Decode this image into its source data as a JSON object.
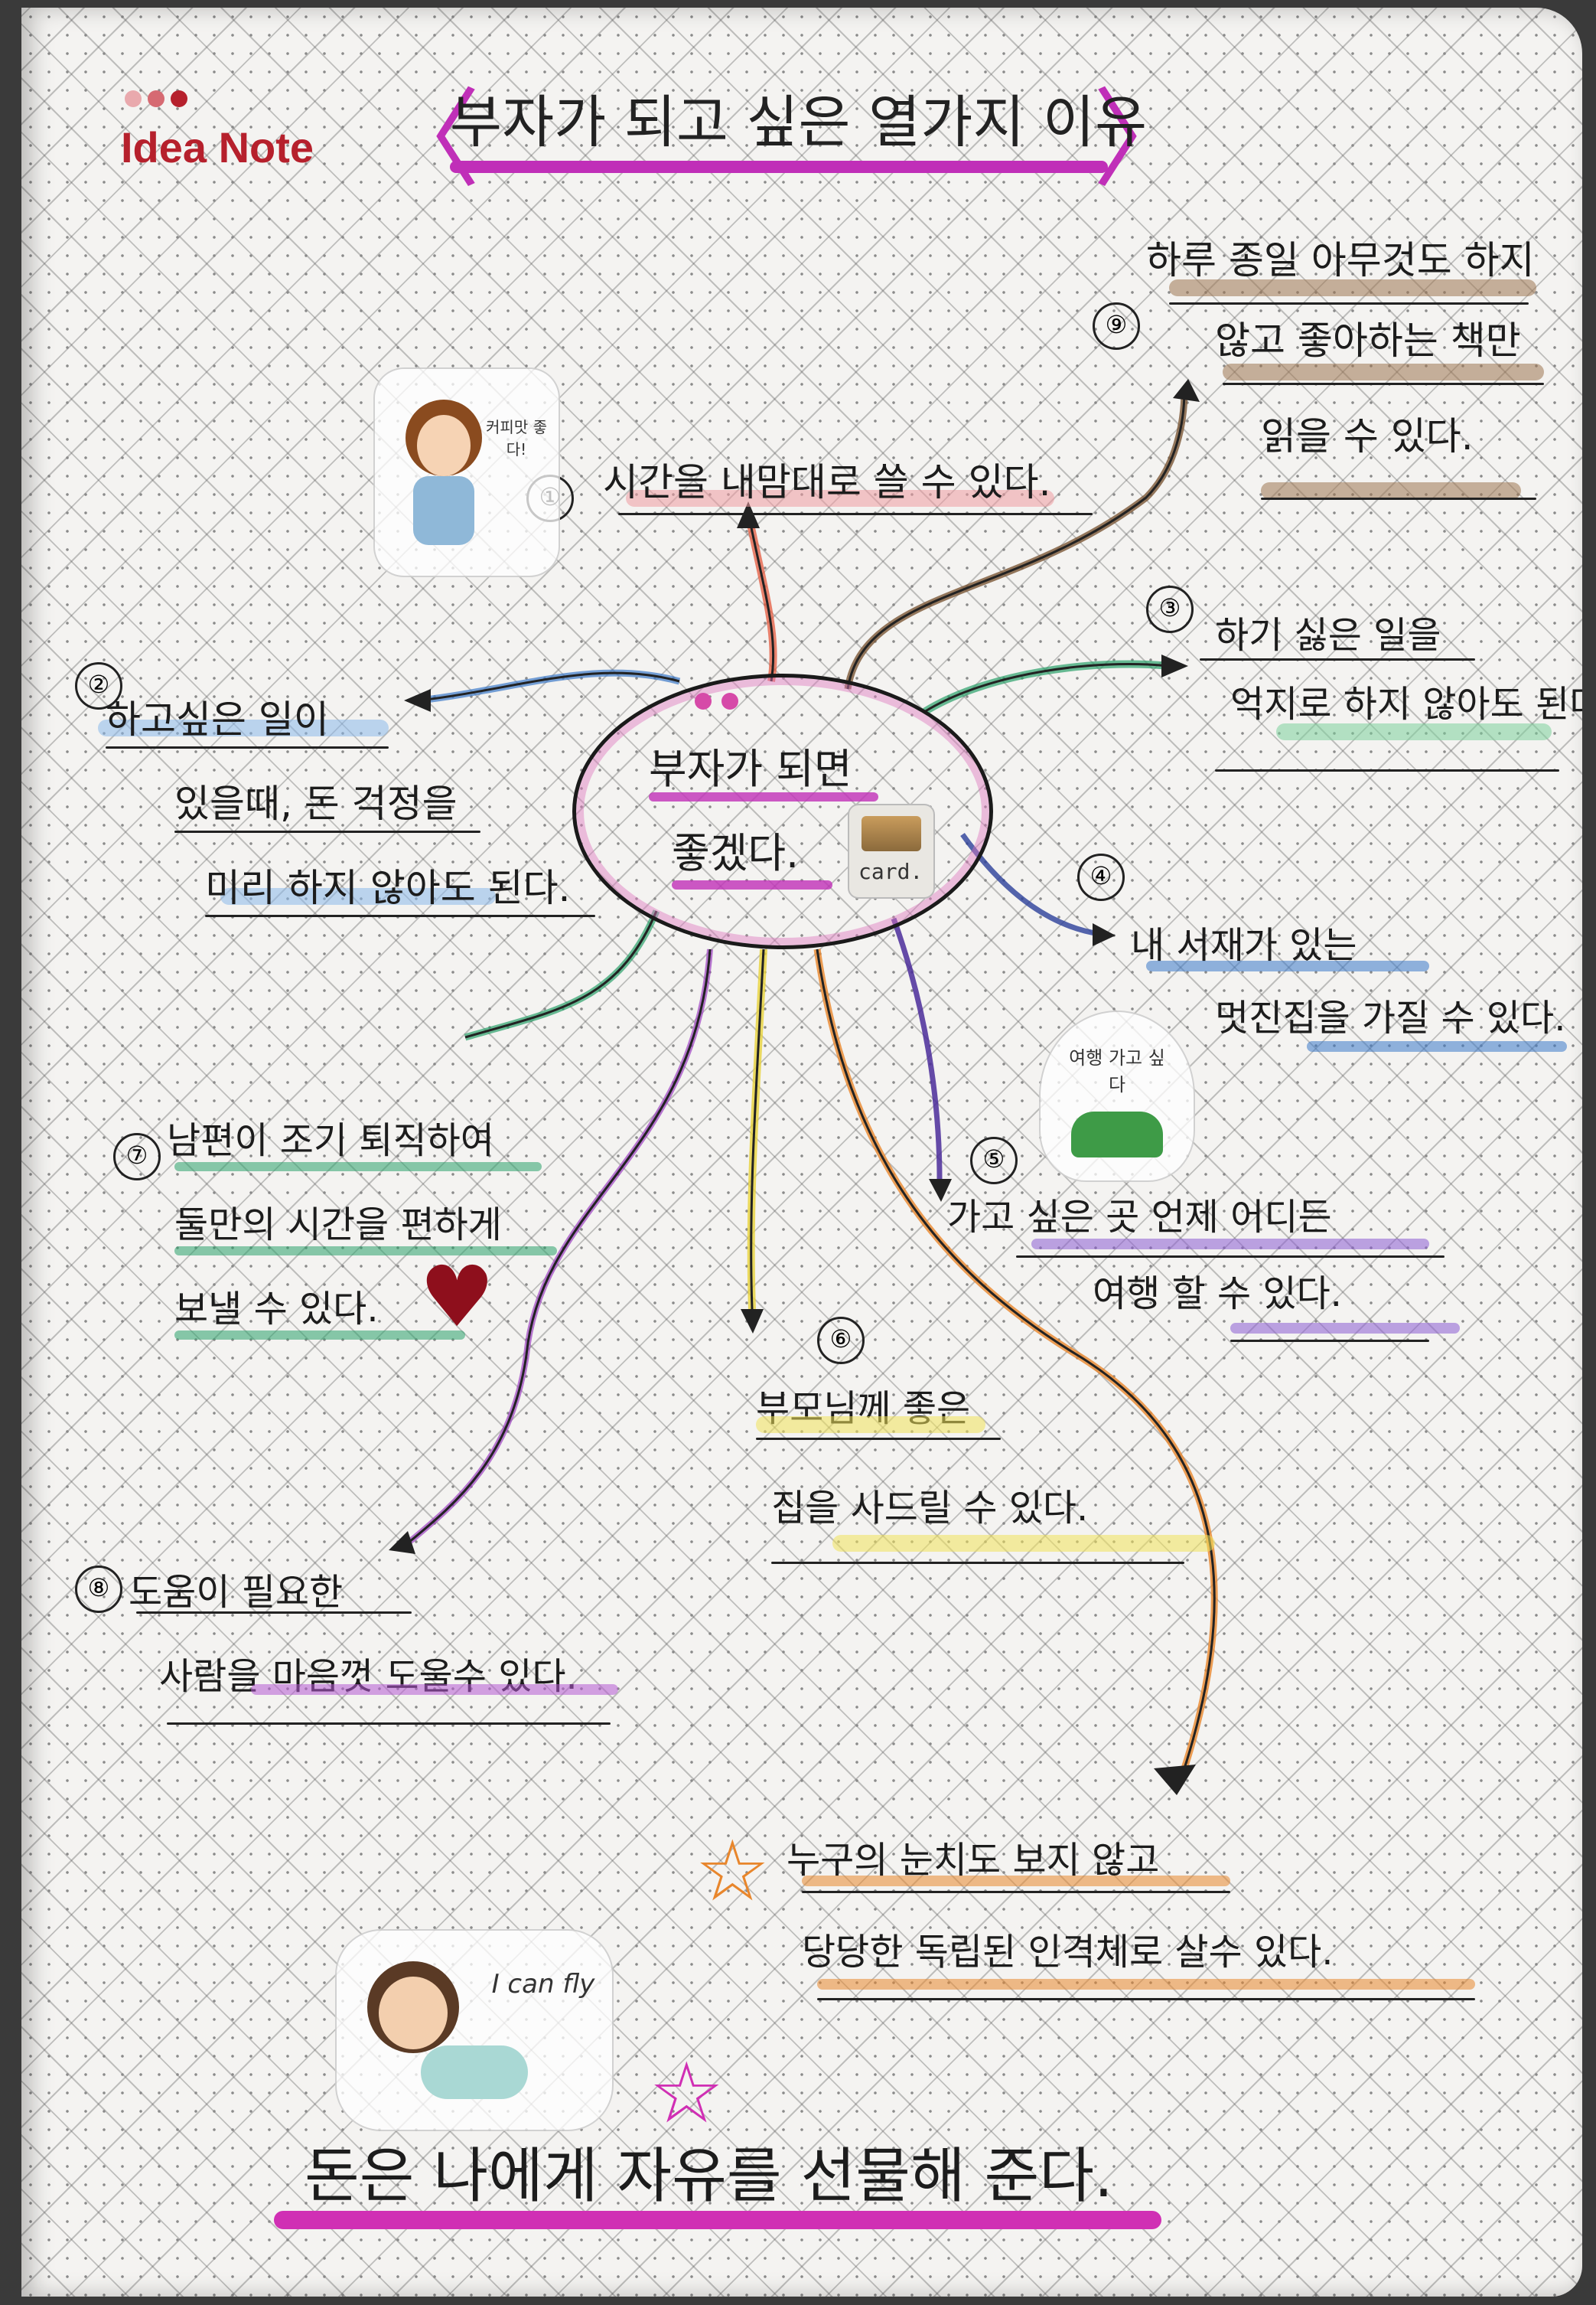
{
  "header": {
    "brand": "Idea Note",
    "title": "부자가 되고 싶은 열가지 이유"
  },
  "center": {
    "line1": "부자가 되면",
    "line2": "좋겠다.",
    "card_label": "card."
  },
  "items": [
    {
      "num": "①",
      "lines": [
        "시간을 내맘대로 쓸 수 있다."
      ]
    },
    {
      "num": "②",
      "lines": [
        "하고싶은 일이",
        "있을때, 돈 걱정을",
        "미리 하지 않아도 된다."
      ]
    },
    {
      "num": "③",
      "lines": [
        "하기 싫은 일을",
        "억지로 하지 않아도 된다."
      ]
    },
    {
      "num": "④",
      "lines": [
        "내 서재가 있는",
        "멋진집을 가질 수 있다."
      ]
    },
    {
      "num": "⑤",
      "lines": [
        "가고 싶은 곳 언제 어디든",
        "여행 할 수 있다."
      ]
    },
    {
      "num": "⑥",
      "lines": [
        "부모님께 좋은",
        "집을 사드릴 수 있다."
      ]
    },
    {
      "num": "⑦",
      "lines": [
        "남편이 조기 퇴직하여",
        "둘만의 시간을 편하게",
        "보낼 수 있다."
      ]
    },
    {
      "num": "⑧",
      "lines": [
        "도움이 필요한",
        "사람을 마음껏 도울수 있다."
      ]
    },
    {
      "num": "⑨",
      "lines": [
        "하루 종일 아무것도 하지",
        "않고 좋아하는 책만",
        "읽을 수 있다."
      ]
    },
    {
      "num": "",
      "lines": [
        "누구의 눈치도 보지 않고",
        "당당한 독립된 인격체로 살수 있다."
      ]
    }
  ],
  "stickers": {
    "girl_badge": "커피맛 좋다!",
    "travel": "여행 가고 싶다",
    "fly": "I can fly"
  },
  "footer": {
    "conclusion": "돈은 나에게 자유를 선물해 준다."
  },
  "colors": {
    "pink": "#c02fb8",
    "red": "#b6202c",
    "green": "#2aa06a",
    "blue": "#3b78c8",
    "orange": "#e8862c",
    "brown": "#7a5636",
    "yellow": "#e7d23a",
    "purple": "#6a3cc8"
  }
}
